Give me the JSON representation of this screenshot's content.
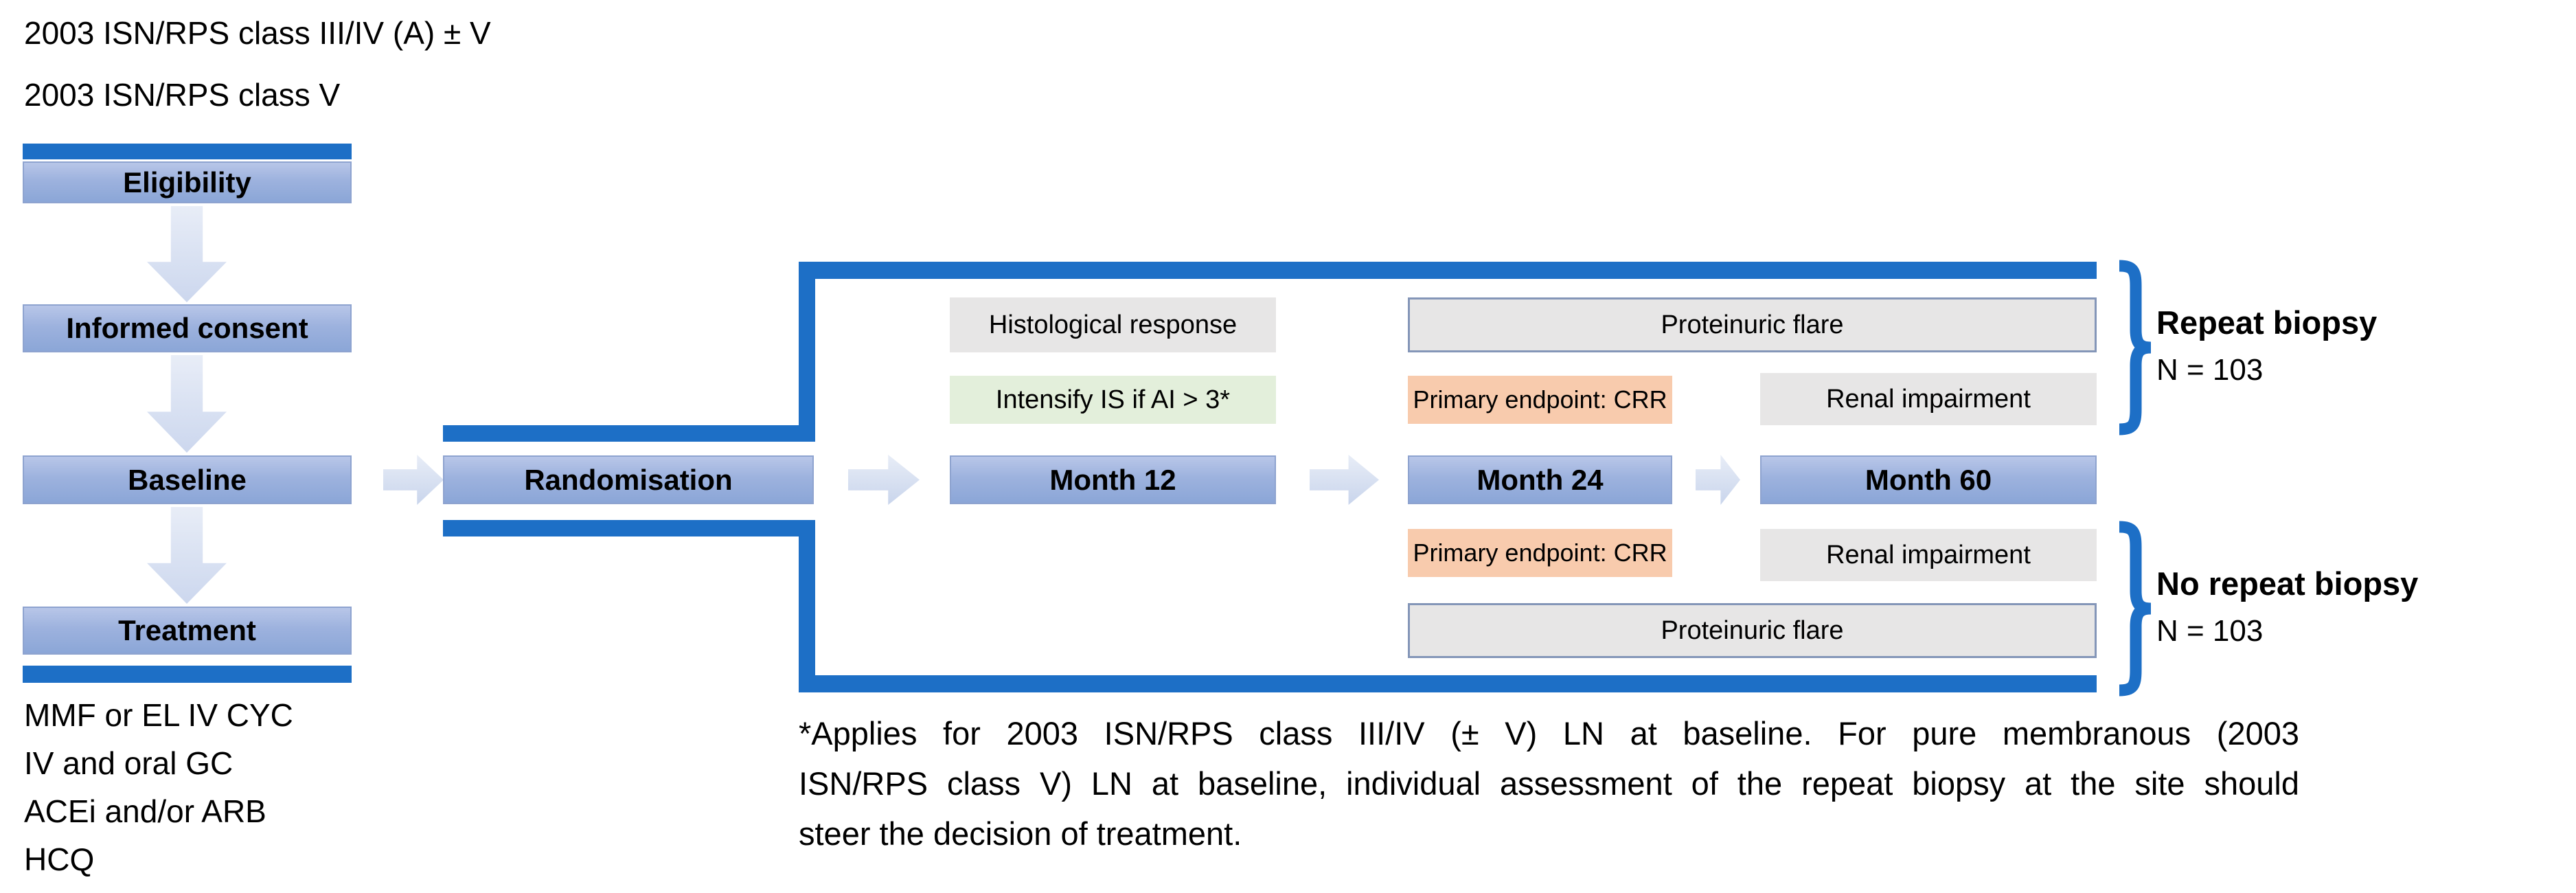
{
  "colors": {
    "accent_blue": "#1d6fc6",
    "flow_box_top": "#b8c6e8",
    "flow_box_bottom": "#8ba6d7",
    "gray_box": "#e7e6e6",
    "green_box": "#e3efdb",
    "orange_box": "#f8cbad",
    "arrow_fill": "#ccd7ee"
  },
  "criteria_lines": [
    "2003 ISN/RPS class III/IV (A) ± V",
    "2003 ISN/RPS class V"
  ],
  "flow": {
    "eligibility": "Eligibility",
    "informed_consent": "Informed consent",
    "baseline": "Baseline",
    "treatment": "Treatment",
    "randomisation": "Randomisation"
  },
  "medications": [
    "MMF or EL IV CYC",
    "IV and oral GC",
    "ACEi and/or ARB",
    "HCQ"
  ],
  "months": {
    "m12": "Month 12",
    "m24": "Month 24",
    "m60": "Month 60"
  },
  "month12_events": {
    "histological": "Histological response",
    "intensify": "Intensify IS if AI > 3*"
  },
  "upper_arm": {
    "proteinuric_flare": "Proteinuric flare",
    "primary_endpoint": "Primary endpoint: CRR",
    "renal_impairment": "Renal impairment"
  },
  "lower_arm": {
    "primary_endpoint": "Primary endpoint: CRR",
    "renal_impairment": "Renal impairment",
    "proteinuric_flare": "Proteinuric flare"
  },
  "groups": {
    "repeat_biopsy": {
      "title": "Repeat biopsy",
      "n": "N = 103"
    },
    "no_repeat_biopsy": {
      "title": "No repeat biopsy",
      "n": "N = 103"
    }
  },
  "footnote": {
    "lines": [
      "*Applies for 2003 ISN/RPS class III/IV (± V) LN at baseline. For pure membranous (2003",
      "ISN/RPS class V) LN at baseline, individual assessment of the repeat biopsy at the site should",
      "steer the decision of treatment."
    ]
  }
}
